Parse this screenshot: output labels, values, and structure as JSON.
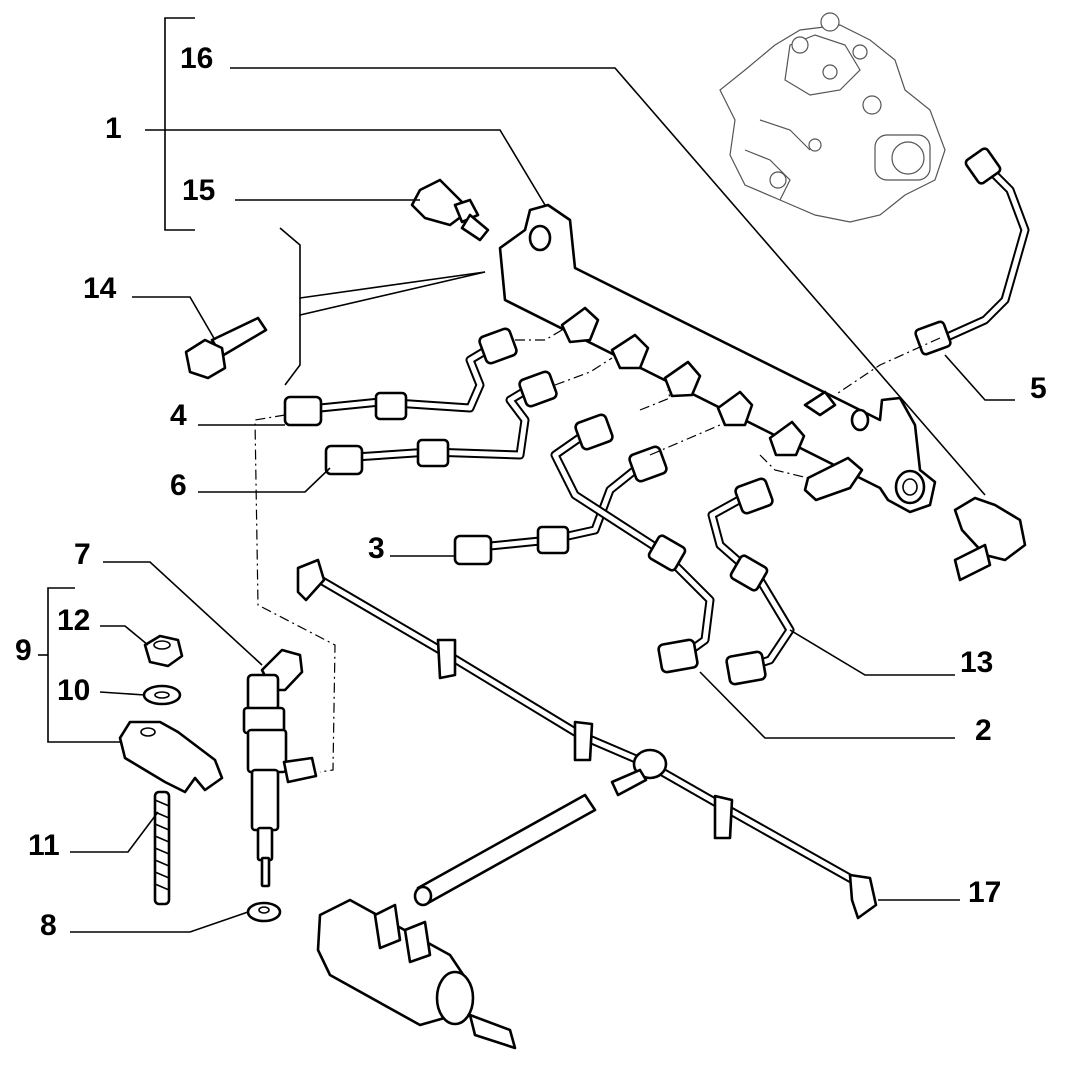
{
  "callouts": [
    {
      "id": "c16",
      "label": "16"
    },
    {
      "id": "c1",
      "label": "1"
    },
    {
      "id": "c15",
      "label": "15"
    },
    {
      "id": "c14",
      "label": "14"
    },
    {
      "id": "c4",
      "label": "4"
    },
    {
      "id": "c6",
      "label": "6"
    },
    {
      "id": "c3",
      "label": "3"
    },
    {
      "id": "c7",
      "label": "7"
    },
    {
      "id": "c12",
      "label": "12"
    },
    {
      "id": "c9",
      "label": "9"
    },
    {
      "id": "c10",
      "label": "10"
    },
    {
      "id": "c11",
      "label": "11"
    },
    {
      "id": "c8",
      "label": "8"
    },
    {
      "id": "c5",
      "label": "5"
    },
    {
      "id": "c13",
      "label": "13"
    },
    {
      "id": "c2",
      "label": "2"
    },
    {
      "id": "c17",
      "label": "17"
    }
  ]
}
